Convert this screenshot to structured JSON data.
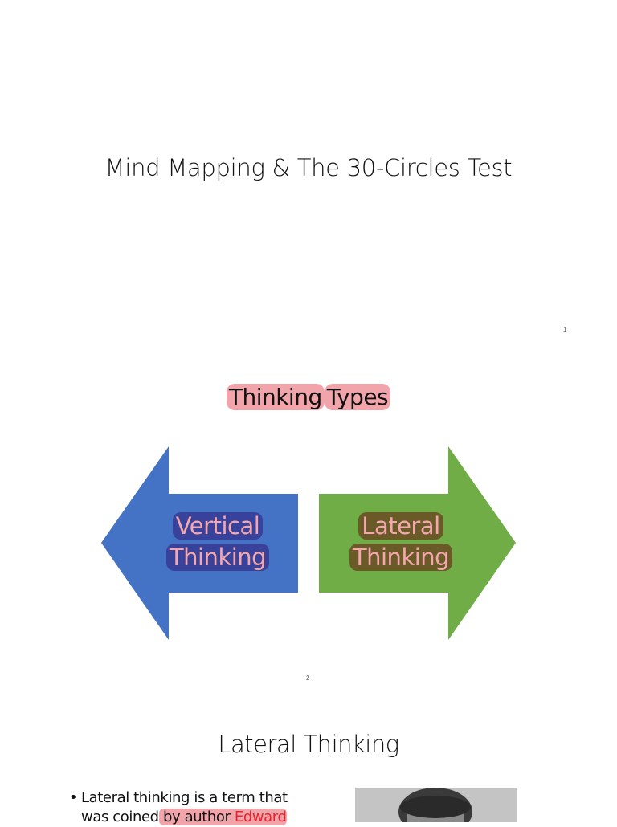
{
  "slide1": {
    "title": "Mind Mapping & The 30-Circles Test",
    "page_number": "1"
  },
  "slide2": {
    "title_part1": "Thinking",
    "title_part2": "Types",
    "left_arrow": {
      "line1": "Vertical",
      "line2": "Thinking",
      "color": "#4472c4"
    },
    "right_arrow": {
      "line1": "Lateral",
      "line2": "Thinking",
      "color": "#70ad47"
    },
    "page_number": "2"
  },
  "slide3": {
    "title": "Lateral Thinking",
    "bullet_marker": "•",
    "bullet_line1": "Lateral thinking is a term that",
    "bullet_line2_plain": "was coined",
    "bullet_line2_highlight": "by author",
    "bullet_line2_red": "Edward"
  }
}
